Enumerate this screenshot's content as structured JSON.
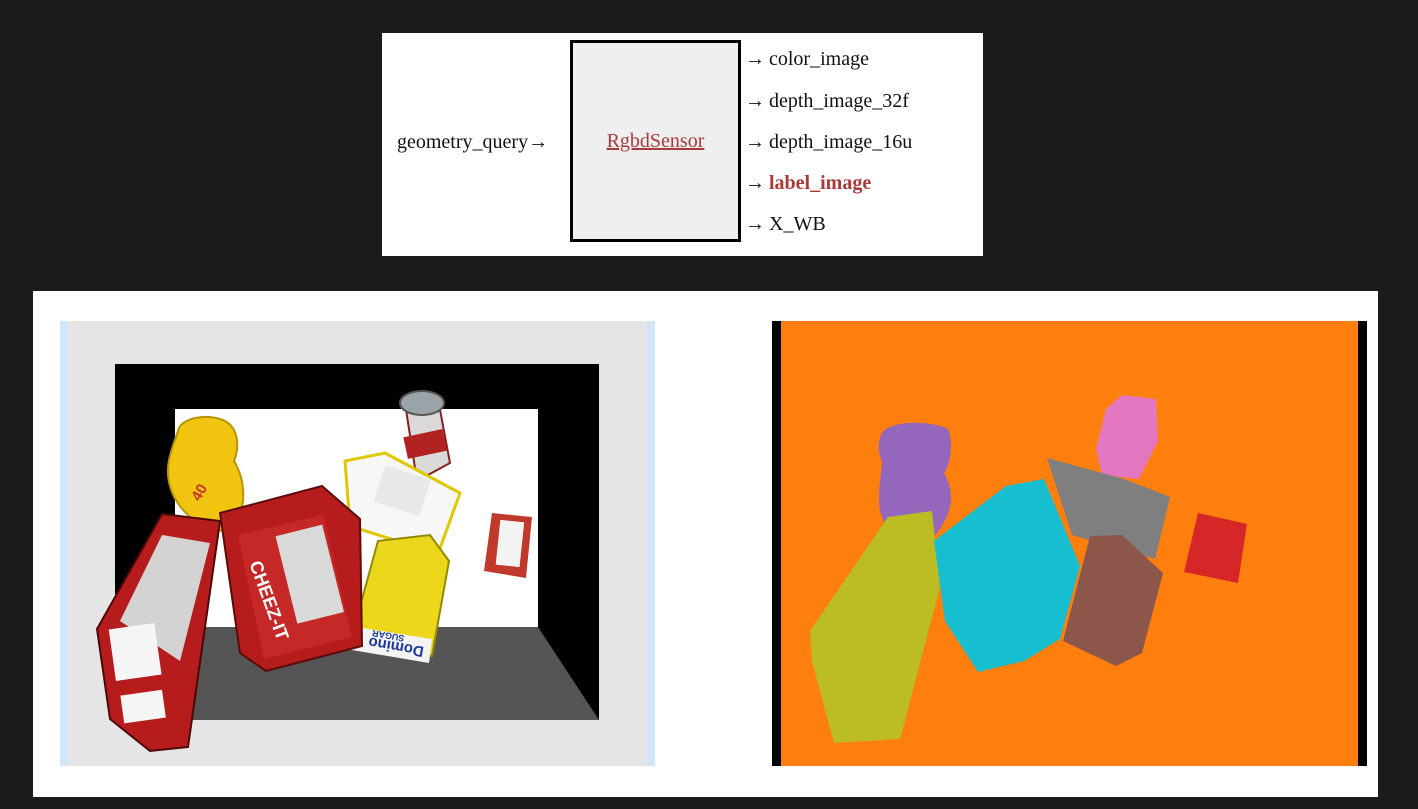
{
  "diagram": {
    "system_name": "RgbdSensor",
    "input_ports": [
      {
        "label": "geometry_query"
      }
    ],
    "output_ports": [
      {
        "label": "color_image",
        "highlighted": false
      },
      {
        "label": "depth_image_32f",
        "highlighted": false
      },
      {
        "label": "depth_image_16u",
        "highlighted": false
      },
      {
        "label": "label_image",
        "highlighted": true
      },
      {
        "label": "X_WB",
        "highlighted": false
      }
    ],
    "arrow_glyph": "→",
    "colors": {
      "highlight": "#a83a3a",
      "block_fill": "#efefef",
      "background": "#1b1b1c"
    }
  },
  "images": {
    "color_image": {
      "objects": [
        "cracker-box-left",
        "cracker-box-center",
        "mustard-bottle",
        "soup-can",
        "jello-box",
        "sugar-box",
        "gelatin-box"
      ],
      "box_brand_text": [
        "CHEEZ-IT",
        "Domino",
        "SUGAR"
      ],
      "colors": {
        "frame": "#000000",
        "floor": "#555555",
        "wall": "#ffffff",
        "bg": "#e5e5e5",
        "border": "#cfe6fb"
      }
    },
    "label_image": {
      "segments": [
        {
          "object": "mustard-bottle",
          "color": "#9467bd"
        },
        {
          "object": "cracker-box-left",
          "color": "#bcbd22"
        },
        {
          "object": "cracker-box-center",
          "color": "#17becf"
        },
        {
          "object": "soup-can",
          "color": "#e377c2"
        },
        {
          "object": "jello-box",
          "color": "#7f7f7f"
        },
        {
          "object": "sugar-box",
          "color": "#8c564b"
        },
        {
          "object": "gelatin-box",
          "color": "#d62728"
        }
      ],
      "background_color": "#ff7f0e"
    }
  }
}
